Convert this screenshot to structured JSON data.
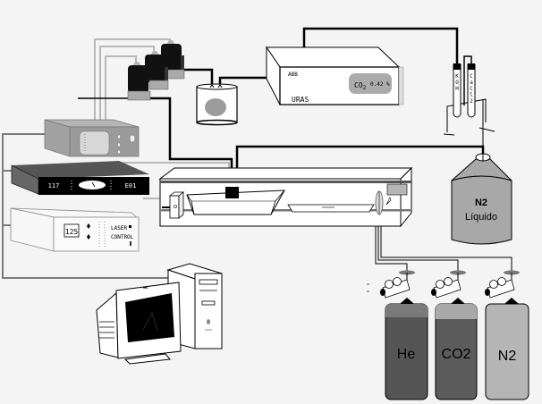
{
  "diagram": {
    "title": "Experimental setup schematic",
    "colors": {
      "background": "#f4f4f4",
      "he_body": "#555555",
      "he_band": "#7a7a7a",
      "co2_body": "#5c5c5c",
      "co2_band": "#a9a9a9",
      "n2_body": "#b5b5b5",
      "dewar_body": "#a8a8a8",
      "analyzer_display": "#ababab"
    },
    "analyzer": {
      "brand": "ABB",
      "model": "URAS",
      "gas": "CO",
      "gas_subscript": "2",
      "reading": "0.42 %"
    },
    "absorber_tubes": [
      {
        "label": "KOH"
      },
      {
        "label": "CaCl2"
      }
    ],
    "dewar": {
      "line1": "N2",
      "line2": "Líquido"
    },
    "cylinders": [
      {
        "label": "He"
      },
      {
        "label": "CO2"
      },
      {
        "label": "N2"
      }
    ],
    "laser_control": {
      "display": "125",
      "line1": "LASER",
      "line2": "CONTROL"
    },
    "rack_unit": {
      "display_left": "117",
      "display_right": "E01"
    }
  }
}
